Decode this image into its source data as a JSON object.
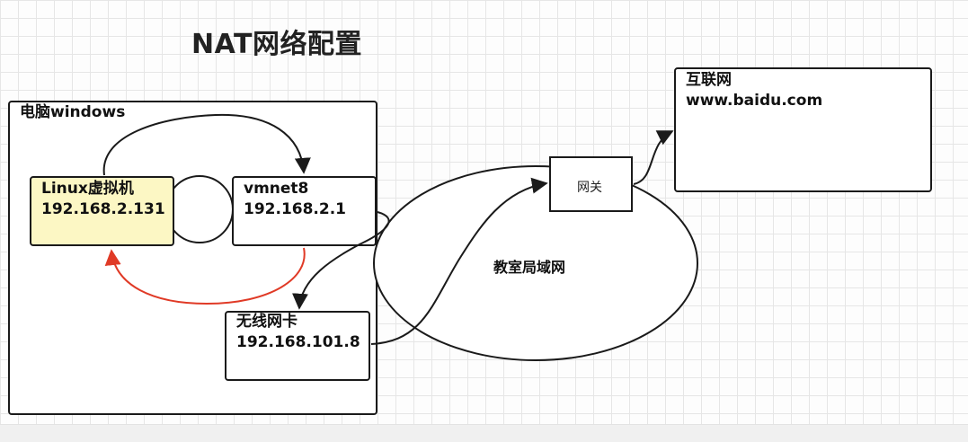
{
  "title": "NAT网络配置",
  "windows_box": {
    "label": "电脑windows"
  },
  "linux_vm": {
    "name": "Linux虚拟机",
    "ip": "192.168.2.131",
    "fill": "#fcf7c4"
  },
  "vmnet8": {
    "name": "vmnet8",
    "ip": "192.168.2.1"
  },
  "wireless_nic": {
    "name": "无线网卡",
    "ip": "192.168.101.8"
  },
  "lan": {
    "label": "教室局域网"
  },
  "gateway": {
    "label": "网关"
  },
  "internet": {
    "name": "互联网",
    "url": "www.baidu.com"
  },
  "colors": {
    "outline": "#1a1a1a",
    "return_arrow": "#e03a26",
    "grid": "#e6e6e6"
  }
}
